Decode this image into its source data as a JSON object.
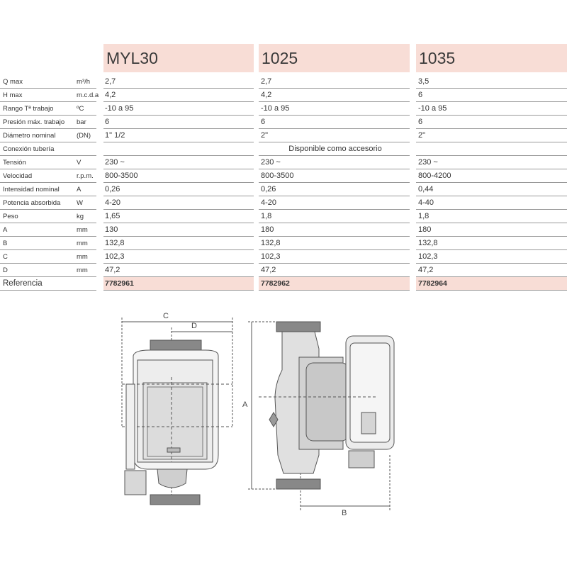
{
  "columns": [
    "MYL30",
    "1025",
    "1035"
  ],
  "rows": [
    {
      "label": "Q max",
      "unit": "m³/h",
      "values": [
        "2,7",
        "2,7",
        "3,5"
      ]
    },
    {
      "label": "H max",
      "unit": "m.c.d.a",
      "values": [
        "4,2",
        "4,2",
        "6"
      ]
    },
    {
      "label": "Rango Tª trabajo",
      "unit": "ºC",
      "values": [
        "-10 a 95",
        "-10 a 95",
        "-10 a 95"
      ]
    },
    {
      "label": "Presión máx. trabajo",
      "unit": "bar",
      "values": [
        "6",
        "6",
        "6"
      ]
    },
    {
      "label": "Diámetro nominal",
      "unit": "(DN)",
      "values": [
        "1\" 1/2",
        "2\"",
        "2\""
      ]
    },
    {
      "label": "Conexión tubería",
      "unit": "",
      "span_value": "Disponible como accesorio"
    },
    {
      "label": "Tensión",
      "unit": "V",
      "values": [
        "230 ~",
        "230 ~",
        "230 ~"
      ]
    },
    {
      "label": "Velocidad",
      "unit": "r.p.m.",
      "values": [
        "800-3500",
        "800-3500",
        "800-4200"
      ]
    },
    {
      "label": "Intensidad nominal",
      "unit": "A",
      "values": [
        "0,26",
        "0,26",
        "0,44"
      ]
    },
    {
      "label": "Potencia absorbida",
      "unit": "W",
      "values": [
        "4-20",
        "4-20",
        "4-40"
      ]
    },
    {
      "label": "Peso",
      "unit": "kg",
      "values": [
        "1,65",
        "1,8",
        "1,8"
      ]
    },
    {
      "label": "A",
      "unit": "mm",
      "values": [
        "130",
        "180",
        "180"
      ]
    },
    {
      "label": "B",
      "unit": "mm",
      "values": [
        "132,8",
        "132,8",
        "132,8"
      ]
    },
    {
      "label": "C",
      "unit": "mm",
      "values": [
        "102,3",
        "102,3",
        "102,3"
      ]
    },
    {
      "label": "D",
      "unit": "mm",
      "values": [
        "47,2",
        "47,2",
        "47,2"
      ]
    }
  ],
  "reference": {
    "label": "Referencia",
    "values": [
      "7782961",
      "7782962",
      "7782964"
    ]
  },
  "drawing": {
    "dim_c": "C",
    "dim_d": "D",
    "dim_a": "A",
    "dim_b": "B"
  }
}
